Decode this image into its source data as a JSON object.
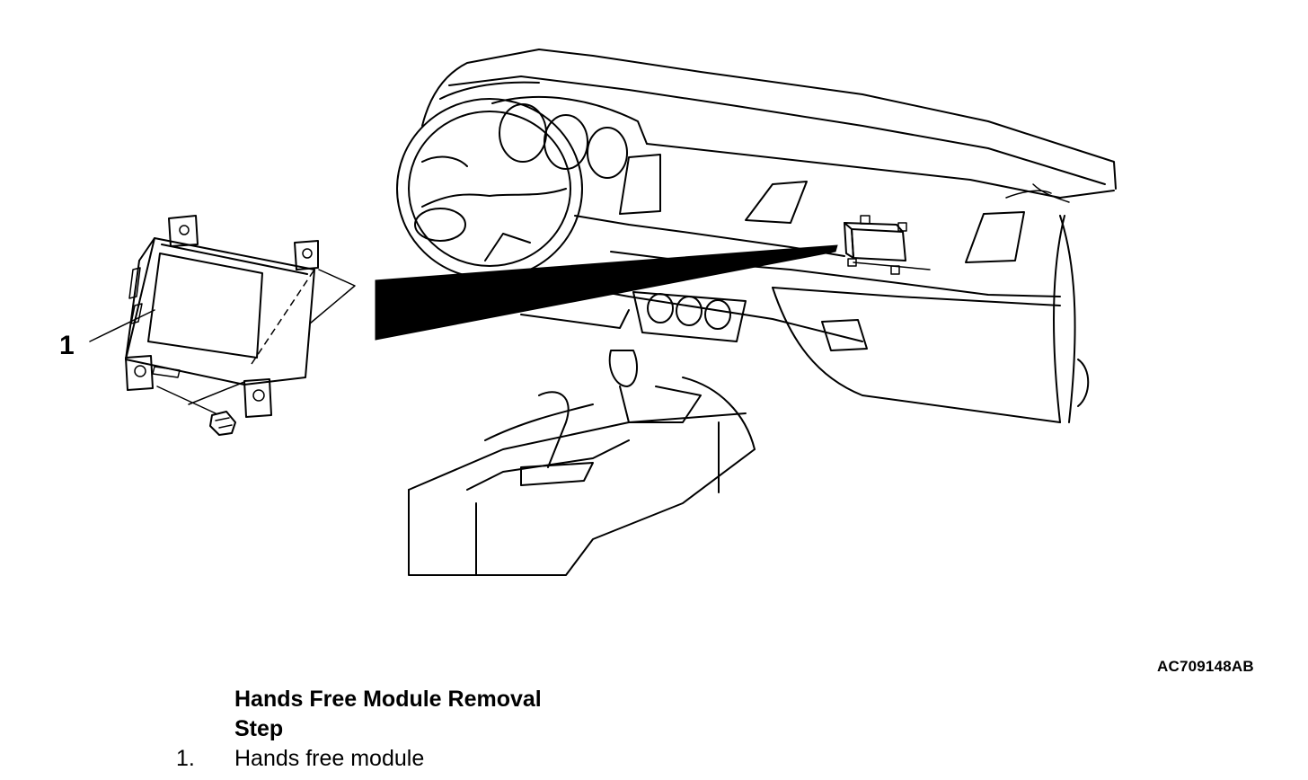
{
  "figure": {
    "callout": "1",
    "code": "AC709148AB"
  },
  "caption": {
    "title": "Hands Free Module Removal",
    "step_header": "Step",
    "steps": [
      {
        "num": "1.",
        "text": "Hands free module"
      }
    ]
  }
}
